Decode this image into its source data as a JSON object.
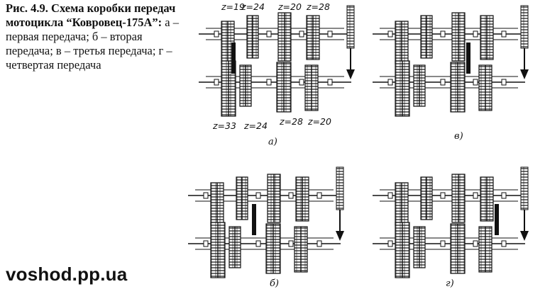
{
  "caption": {
    "lead": "Рис. 4.9. Схема коробки передач мотоцикла “Ковровец-175А”:",
    "body": " а – первая передача; б – вторая передача; в – третья передача; г – четвертая передача"
  },
  "watermark": "voshod.pp.ua",
  "panels": [
    {
      "id": "a",
      "label": "а)"
    },
    {
      "id": "b",
      "label": "б)"
    },
    {
      "id": "v",
      "label": "в)"
    },
    {
      "id": "g",
      "label": "г)"
    }
  ],
  "gear_labels": {
    "top": [
      "z=19",
      "z=24",
      "z=20",
      "z=28"
    ],
    "bottom": [
      "z=33",
      "z=24",
      "z=28",
      "z=20"
    ]
  },
  "colors": {
    "ink": "#111111",
    "paper": "#ffffff"
  }
}
